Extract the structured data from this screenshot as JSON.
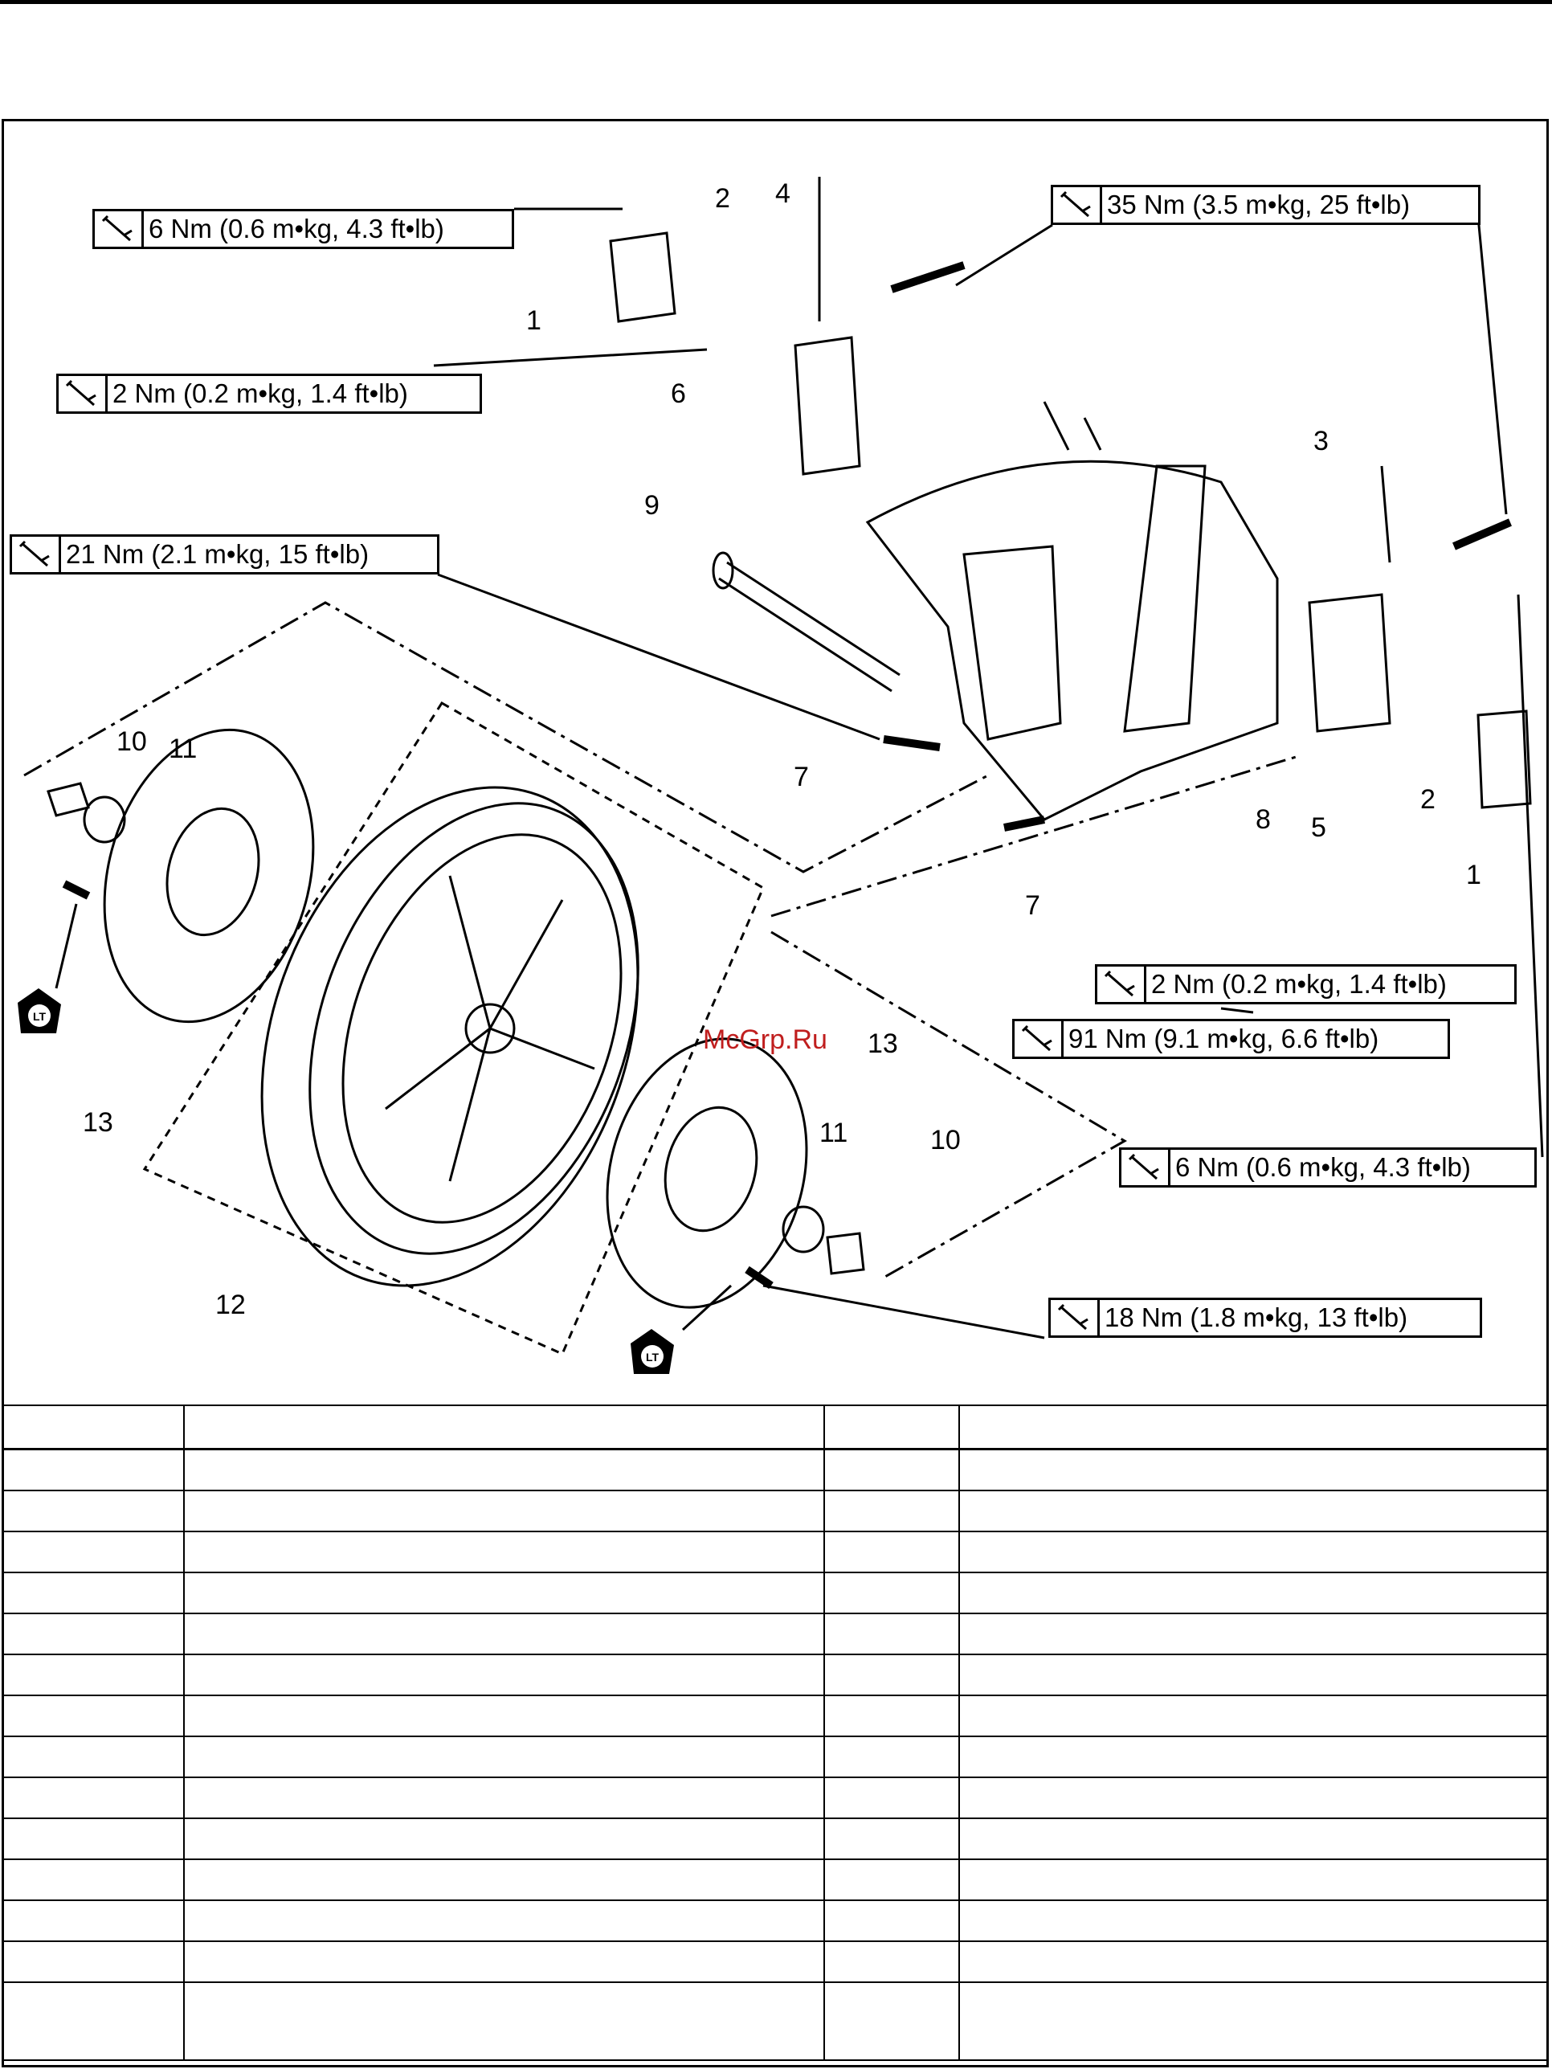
{
  "torque_specs": [
    {
      "id": "t1",
      "text": "6 Nm (0.6 m•kg, 4.3 ft•lb)"
    },
    {
      "id": "t2",
      "text": "2 Nm (0.2 m•kg, 1.4 ft•lb)"
    },
    {
      "id": "t3",
      "text": "35 Nm (3.5 m•kg, 25 ft•lb)"
    },
    {
      "id": "t4",
      "text": "21 Nm (2.1 m•kg, 15 ft•lb)"
    },
    {
      "id": "t5",
      "text": "2 Nm (0.2 m•kg, 1.4 ft•lb)"
    },
    {
      "id": "t6",
      "text": "91 Nm (9.1 m•kg, 6.6 ft•lb)"
    },
    {
      "id": "t7",
      "text": "6 Nm (0.6 m•kg, 4.3 ft•lb)"
    },
    {
      "id": "t8",
      "text": "18 Nm (1.8 m•kg, 13 ft•lb)"
    }
  ],
  "callouts": [
    "2",
    "4",
    "1",
    "6",
    "9",
    "3",
    "10",
    "11",
    "7",
    "8",
    "2",
    "5",
    "1",
    "7",
    "13",
    "13",
    "11",
    "10",
    "12"
  ],
  "lt_label": "LT",
  "watermark": "McGrp.Ru",
  "table_rows": 15
}
